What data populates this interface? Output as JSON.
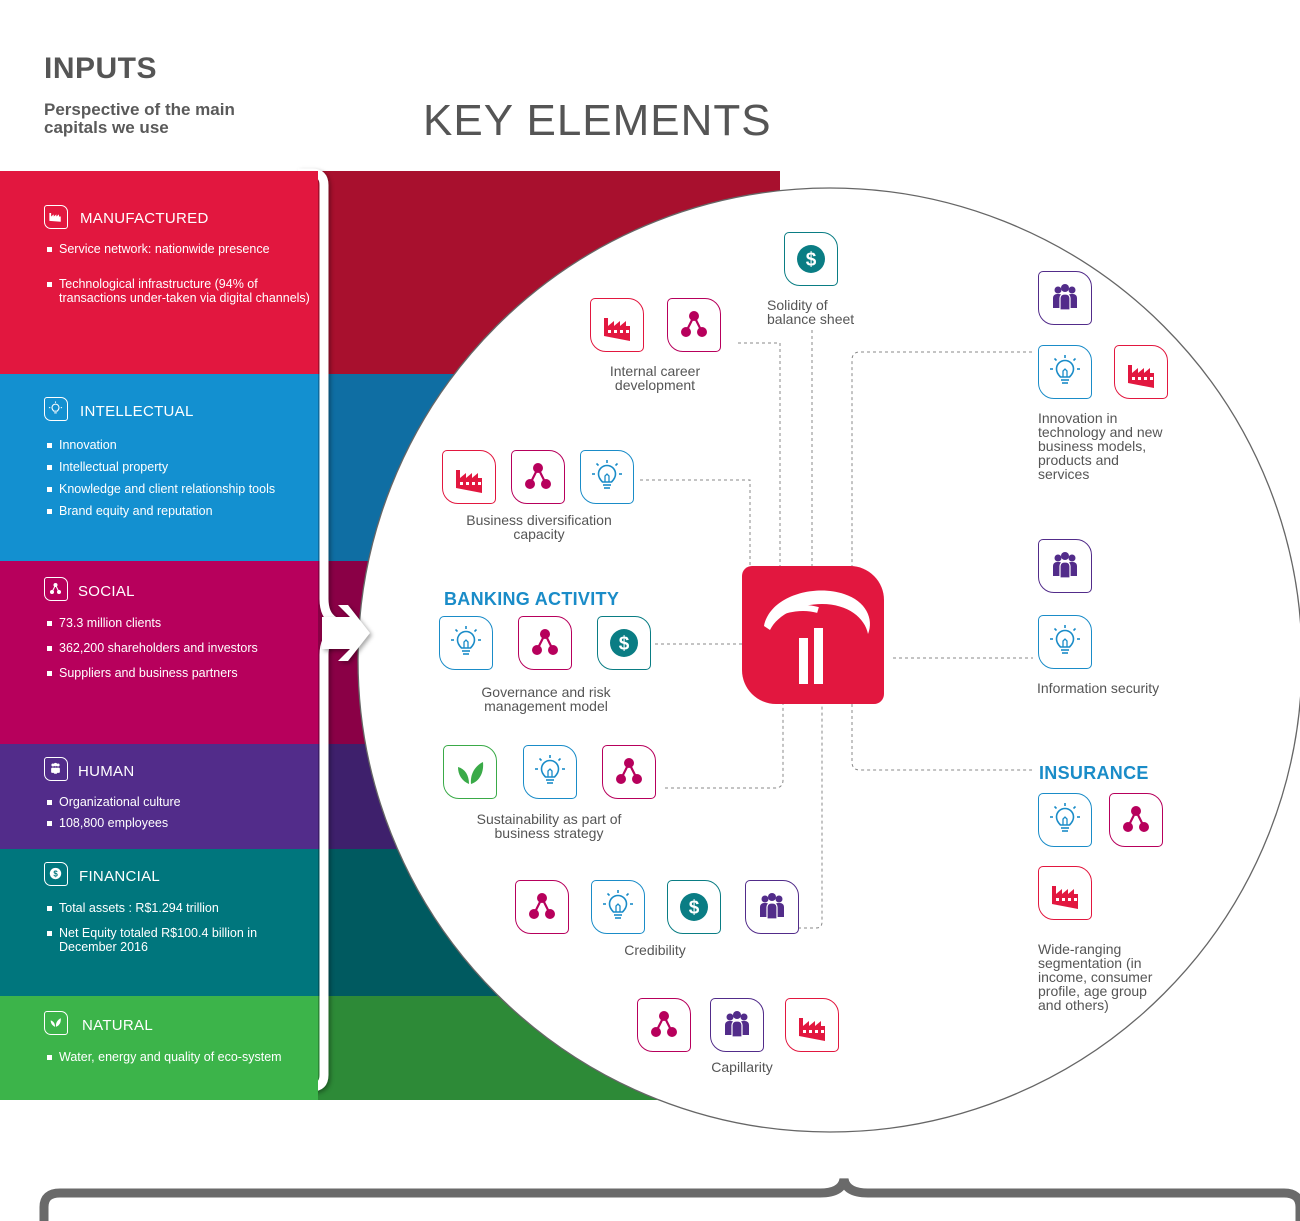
{
  "header": {
    "inputs_title": "INPUTS",
    "inputs_subtitle": "Perspective of the main capitals we use",
    "key_elements_title": "KEY ELEMENTS"
  },
  "colors": {
    "manufactured": "#e2173f",
    "intellectual": "#1390d0",
    "social": "#b7005c",
    "human": "#522c8a",
    "financial": "#00767d",
    "natural": "#3cb44a"
  },
  "capitals": [
    {
      "title": "MANUFACTURED",
      "icon": "factory-icon",
      "items": [
        "Service network: nationwide presence",
        "Technological infrastructure (94% of transactions under-taken via digital channels)"
      ]
    },
    {
      "title": "INTELLECTUAL",
      "icon": "lightbulb-icon",
      "items": [
        "Innovation",
        "Intellectual property",
        "Knowledge and client relationship tools",
        "Brand equity and reputation"
      ]
    },
    {
      "title": "SOCIAL",
      "icon": "network-icon",
      "items": [
        "73.3 million clients",
        "362,200 shareholders and investors",
        "Suppliers and business partners"
      ]
    },
    {
      "title": "HUMAN",
      "icon": "people-icon",
      "items": [
        "Organizational culture",
        "108,800 employees"
      ]
    },
    {
      "title": "FINANCIAL",
      "icon": "dollar-icon",
      "items": [
        "Total assets : R$1.294 trillion",
        "Net Equity totaled R$100.4 billion in December 2016"
      ]
    },
    {
      "title": "NATURAL",
      "icon": "leaf-icon",
      "items": [
        "Water, energy and quality of eco-system"
      ]
    }
  ],
  "sections": {
    "banking": "BANKING ACTIVITY",
    "insurance": "INSURANCE"
  },
  "elements": {
    "solidity": "Solidity of balance sheet",
    "career": "Internal career development",
    "innovation": "Innovation in technology and new business models, products and services",
    "diversification": "Business diversification capacity",
    "governance": "Governance and risk management model",
    "infosec": "Information security",
    "sustainability": "Sustainability as part of business strategy",
    "credibility": "Credibility",
    "capillarity": "Capillarity",
    "segmentation": "Wide-ranging segmentation (in income, consumer profile, age group and others)"
  }
}
